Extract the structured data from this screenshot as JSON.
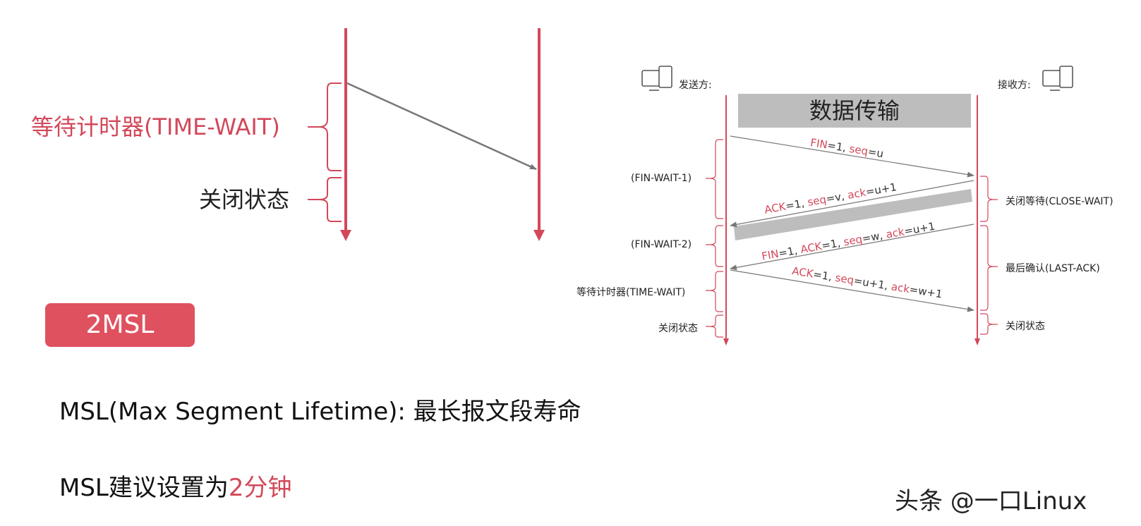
{
  "left_panel": {
    "time_wait_label": "等待计时器(TIME-WAIT)",
    "closed_label": "关闭状态"
  },
  "badge": {
    "text": "2MSL"
  },
  "definition": {
    "text": "MSL(Max Segment Lifetime): 最长报文段寿命"
  },
  "suggestion": {
    "prefix": "MSL建议设置为",
    "highlight": "2分钟"
  },
  "watermark": {
    "text": "头条 @一口Linux"
  },
  "diagram": {
    "sender_label": "发送方:",
    "receiver_label": "接收方:",
    "data_transfer_label": "数据传输",
    "sender_states": [
      "(FIN-WAIT-1)",
      "(FIN-WAIT-2)",
      "等待计时器(TIME-WAIT)",
      "关闭状态"
    ],
    "receiver_states": [
      "关闭等待(CLOSE-WAIT)",
      "最后确认(LAST-ACK)",
      "关闭状态"
    ],
    "messages": [
      {
        "parts": [
          [
            "FIN",
            "k"
          ],
          [
            "=1, ",
            ""
          ],
          [
            "seq",
            "k"
          ],
          [
            "=u",
            ""
          ]
        ]
      },
      {
        "parts": [
          [
            "ACK",
            "k"
          ],
          [
            "=1, ",
            ""
          ],
          [
            "seq",
            "k"
          ],
          [
            "=v, ",
            ""
          ],
          [
            "ack",
            "k"
          ],
          [
            "=u+1",
            ""
          ]
        ]
      },
      {
        "parts": [
          [
            "FIN",
            "k"
          ],
          [
            "=1, ",
            ""
          ],
          [
            "ACK",
            "k"
          ],
          [
            "=1, ",
            ""
          ],
          [
            "seq",
            "k"
          ],
          [
            "=w, ",
            ""
          ],
          [
            "ack",
            "k"
          ],
          [
            "=u+1",
            ""
          ]
        ]
      },
      {
        "parts": [
          [
            "ACK",
            "k"
          ],
          [
            "=1, ",
            ""
          ],
          [
            "seq",
            "k"
          ],
          [
            "=u+1, ",
            ""
          ],
          [
            "ack",
            "k"
          ],
          [
            "=w+1",
            ""
          ]
        ]
      }
    ]
  },
  "colors": {
    "accent": "#d2485a",
    "badge": "#e0515f",
    "gray_bar": "#bdbdbd",
    "arrow_gray": "#777777"
  }
}
